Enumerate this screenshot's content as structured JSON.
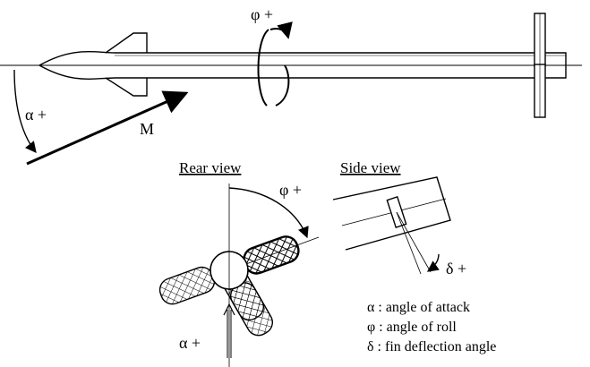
{
  "labels": {
    "phi_top": "φ +",
    "alpha_left": "α +",
    "mach": "M",
    "phi_rear": "φ +",
    "delta_side": "δ +",
    "alpha_bottom": "α +"
  },
  "views": {
    "rear": "Rear view",
    "side": "Side view"
  },
  "legend": [
    "α : angle of attack",
    "φ : angle of roll",
    "δ : fin deflection angle"
  ]
}
